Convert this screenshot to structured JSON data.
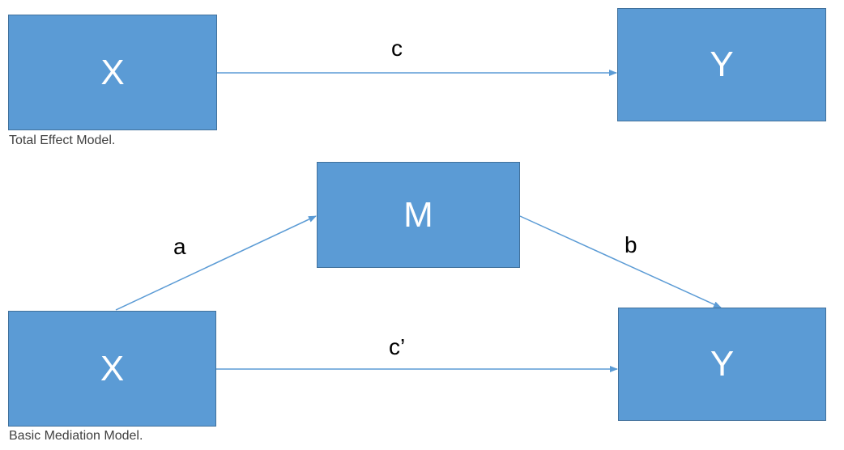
{
  "colors": {
    "box_fill": "#5b9bd5",
    "box_border": "#41719c",
    "arrow": "#5b9bd5",
    "box_text": "#ffffff",
    "caption_text": "#404040"
  },
  "total_effect_model": {
    "x_label": "X",
    "y_label": "Y",
    "path_c_label": "c",
    "caption": "Total Effect Model."
  },
  "basic_mediation_model": {
    "x_label": "X",
    "m_label": "M",
    "y_label": "Y",
    "path_a_label": "a",
    "path_b_label": "b",
    "path_c_prime_label": "c’",
    "caption": "Basic Mediation Model."
  }
}
